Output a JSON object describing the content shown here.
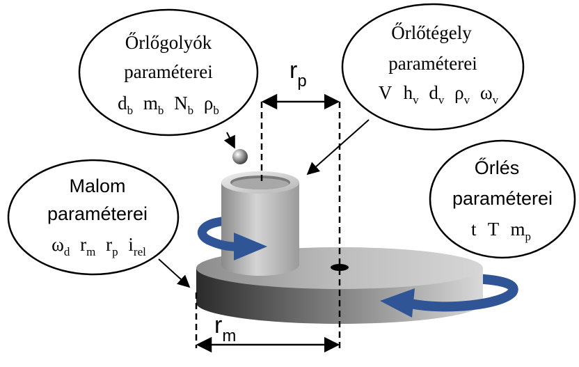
{
  "balls": {
    "title_line1": "Őrlőgolyók",
    "title_line2": "paraméterei",
    "vars": [
      {
        "sym": "d",
        "sub": "b"
      },
      {
        "sym": "m",
        "sub": "b"
      },
      {
        "sym": "N",
        "sub": "b"
      },
      {
        "sym": "ρ",
        "sub": "b"
      }
    ]
  },
  "vial": {
    "title_line1": "Őrlőtégely",
    "title_line2": "paraméterei",
    "vars": [
      {
        "sym": "V",
        "sub": ""
      },
      {
        "sym": "h",
        "sub": "v"
      },
      {
        "sym": "d",
        "sub": "v"
      },
      {
        "sym": "ρ",
        "sub": "v"
      },
      {
        "sym": "ω",
        "sub": "v"
      }
    ]
  },
  "mill": {
    "title_line1": "Malom",
    "title_line2": "paraméterei",
    "vars": [
      {
        "sym": "ω",
        "sub": "d"
      },
      {
        "sym": "r",
        "sub": "m"
      },
      {
        "sym": "r",
        "sub": "p"
      },
      {
        "sym": "i",
        "sub": "rel"
      }
    ]
  },
  "grinding": {
    "title_line1": "Őrlés",
    "title_line2": "paraméterei",
    "vars": [
      {
        "sym": "t",
        "sub": ""
      },
      {
        "sym": "T",
        "sub": ""
      },
      {
        "sym": "m",
        "sub": "p"
      }
    ]
  },
  "dimensions": {
    "rp": {
      "sym": "r",
      "sub": "p"
    },
    "rm": {
      "sym": "r",
      "sub": "m"
    }
  },
  "colors": {
    "arrow_blue": "#2f5597",
    "outline": "#000000"
  }
}
